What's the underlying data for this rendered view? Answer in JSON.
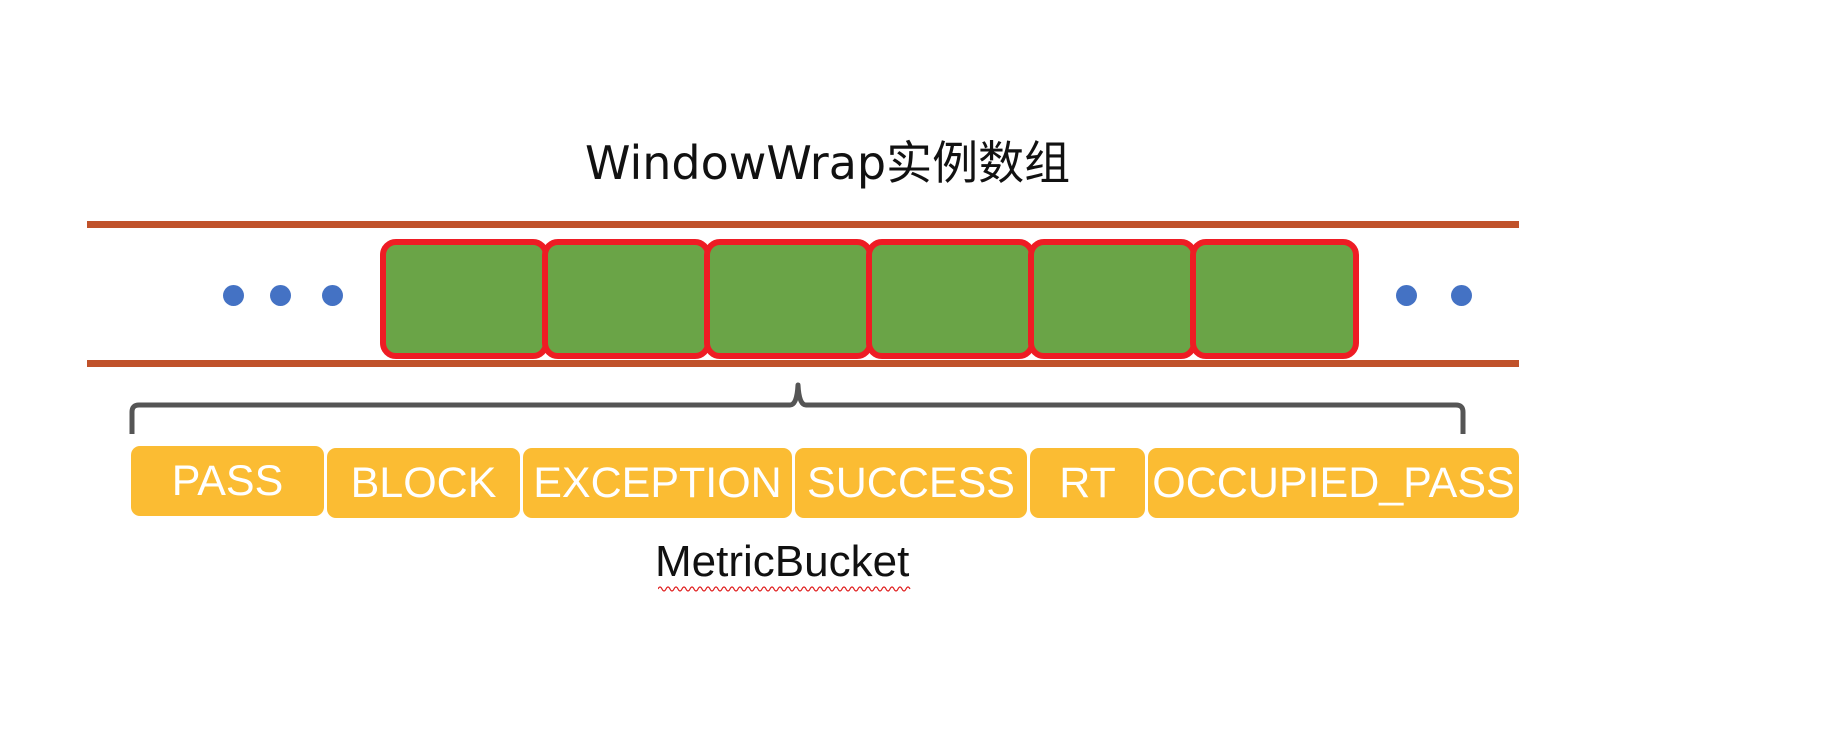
{
  "title": "WindowWrap实例数组",
  "window_array": {
    "leading_ellipsis_dots": 3,
    "trailing_ellipsis_dots": 2,
    "slot_count": 6,
    "colors": {
      "rail": "#c0522a",
      "slot_fill": "#6aa447",
      "slot_border": "#ee1c24",
      "dot": "#4472c4"
    }
  },
  "metric_bucket": {
    "label": "MetricBucket",
    "fields": [
      "PASS",
      "BLOCK",
      "EXCEPTION",
      "SUCCESS",
      "RT",
      "OCCUPIED_PASS"
    ],
    "colors": {
      "field_fill": "#fbbc33",
      "field_text": "#ffffff",
      "brace": "#555555"
    }
  }
}
